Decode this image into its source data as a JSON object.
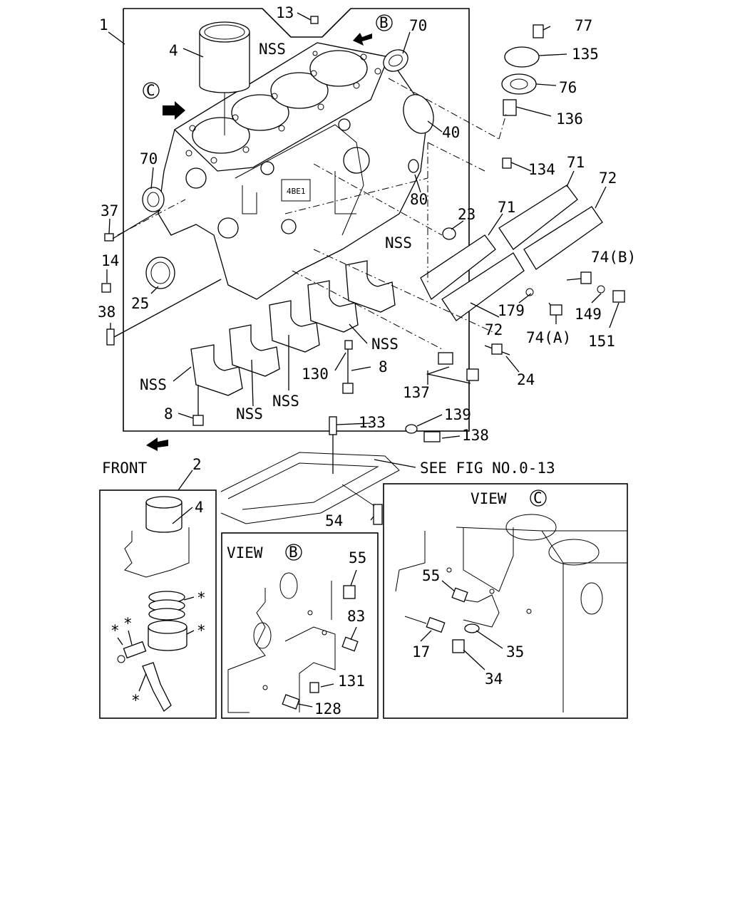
{
  "labels": {
    "l1": "1",
    "l13": "13",
    "l4a": "4",
    "lNSS1": "NSS",
    "l70a": "70",
    "l77": "77",
    "l135": "135",
    "l76": "76",
    "l136": "136",
    "l40": "40",
    "l70b": "70",
    "l134": "134",
    "l71a": "71",
    "l72a": "72",
    "l37": "37",
    "l80": "80",
    "l23": "23",
    "l71b": "71",
    "l74b": "74(B)",
    "l14": "14",
    "lNSS2": "NSS",
    "l25": "25",
    "l38": "38",
    "l179": "179",
    "l149": "149",
    "l72b": "72",
    "l74a": "74(A)",
    "l151": "151",
    "lNSS3": "NSS",
    "l130": "130",
    "l8a": "8",
    "l24": "24",
    "lNSS4": "NSS",
    "l137": "137",
    "l8b": "8",
    "lNSS5": "NSS",
    "lNSS6": "NSS",
    "l139": "139",
    "l133": "133",
    "l138": "138",
    "lFront": "FRONT",
    "l2": "2",
    "lSeeFig": "SEE FIG NO.0-13",
    "l4b": "4",
    "lViewC": "VIEW",
    "l54": "54",
    "lViewB": "VIEW",
    "l55a": "55",
    "l55b": "55",
    "l83": "83",
    "l17": "17",
    "l35": "35",
    "l34": "34",
    "l131": "131",
    "l128": "128",
    "star1": "*",
    "star2": "*",
    "star3": "*",
    "star4": "*",
    "star5": "*",
    "circB": "B",
    "circC": "C",
    "circVB": "B",
    "circVC": "C"
  }
}
